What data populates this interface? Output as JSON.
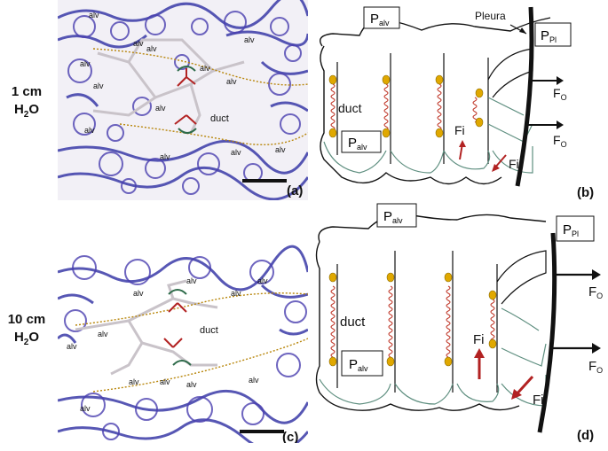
{
  "rows": [
    {
      "pressure_value": "1 cm",
      "pressure_unit_base": "H",
      "pressure_unit_sub": "2",
      "pressure_unit_tail": "O",
      "micro_letter": "(a)",
      "schematic_letter": "(b)",
      "micro_labels": [
        "alv",
        "alv",
        "alv",
        "alv",
        "alv",
        "alv",
        "alv",
        "alv",
        "alv",
        "alv",
        "alv",
        "alv",
        "alv",
        "duct"
      ],
      "schematic": {
        "p_alv_top": {
          "base": "P",
          "sub": "alv"
        },
        "p_alv_bottom": {
          "base": "P",
          "sub": "alv"
        },
        "p_pl": {
          "base": "P",
          "sub": "Pl"
        },
        "pleura": "Pleura",
        "duct": "duct",
        "fi_up": "Fi",
        "fi_down": "Fi",
        "fo_top": {
          "base": "F",
          "sub": "O"
        },
        "fo_bottom": {
          "base": "F",
          "sub": "O"
        }
      }
    },
    {
      "pressure_value": "10 cm",
      "pressure_unit_base": "H",
      "pressure_unit_sub": "2",
      "pressure_unit_tail": "O",
      "micro_letter": "(c)",
      "schematic_letter": "(d)",
      "micro_labels": [
        "alv",
        "alv",
        "alv",
        "alv",
        "alv",
        "alv",
        "alv",
        "alv",
        "alv",
        "alv",
        "alv",
        "duct"
      ],
      "schematic": {
        "p_alv_top": {
          "base": "P",
          "sub": "alv"
        },
        "p_alv_bottom": {
          "base": "P",
          "sub": "alv"
        },
        "p_pl": {
          "base": "P",
          "sub": "Pl"
        },
        "duct": "duct",
        "fi_up": "Fi",
        "fi_down": "Fi",
        "fo_top": {
          "base": "F",
          "sub": "O"
        },
        "fo_bottom": {
          "base": "F",
          "sub": "O"
        }
      }
    }
  ],
  "colors": {
    "tissue": "#3a3aa8",
    "septa_outline": "#c9c3c9",
    "duct_boundary": "#b8860b",
    "arrow_red": "#b22222",
    "arrow_green": "#2e6b4a",
    "spring": "#c0392b",
    "node": "#e0a800",
    "wall": "#111111",
    "septum_base": "#5f8f80"
  }
}
